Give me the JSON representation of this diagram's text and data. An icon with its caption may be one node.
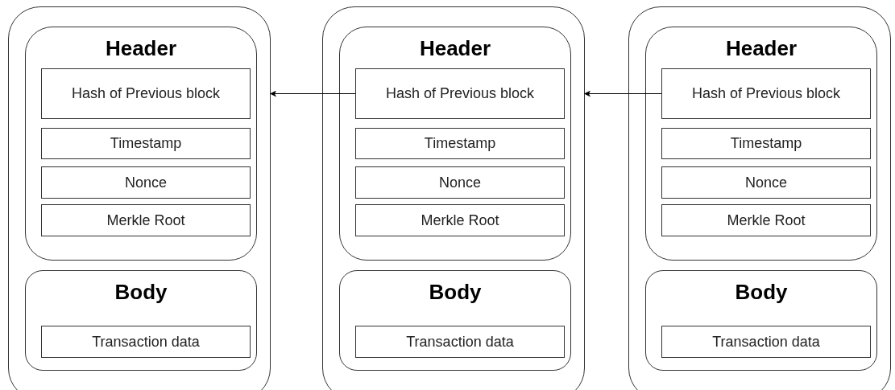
{
  "diagram": {
    "nodes": [
      {
        "text": [],
        "shape": "box"
      },
      {
        "text": [
          "Header"
        ],
        "in": 0
      },
      {
        "text": [
          "Hash of Previous block"
        ],
        "in": 1
      },
      {
        "text": [
          "Timestamp"
        ],
        "in": 1
      },
      {
        "text": [
          "Nonce"
        ],
        "in": 1
      },
      {
        "text": [
          "Merkle Root"
        ],
        "in": 1
      },
      {
        "text": [
          "Body"
        ],
        "in": 0
      },
      {
        "text": [
          "Transaction data"
        ],
        "in": 6
      },
      {
        "text": [],
        "shape": "box"
      },
      {
        "text": [
          "Header"
        ],
        "in": 8
      },
      {
        "text": [
          "Hash of Previous block"
        ],
        "in": 9
      },
      {
        "text": [
          "Timestamp"
        ],
        "in": 9
      },
      {
        "text": [
          "Nonce"
        ],
        "in": 9
      },
      {
        "text": [
          "Merkle Root"
        ],
        "in": 9
      },
      {
        "text": [
          "Body"
        ],
        "in": 8
      },
      {
        "text": [
          "Transaction data"
        ],
        "in": 14
      },
      {
        "text": [],
        "shape": "box"
      },
      {
        "text": [
          "Header"
        ],
        "in": 16
      },
      {
        "text": [
          "Hash of Previous block"
        ],
        "in": 17
      },
      {
        "text": [
          "Timestamp"
        ],
        "in": 17
      },
      {
        "text": [
          "Nonce"
        ],
        "in": 17
      },
      {
        "text": [
          "Merkle Root"
        ],
        "in": 17
      },
      {
        "text": [
          "Body"
        ],
        "in": 16
      },
      {
        "text": [
          "Transaction data"
        ],
        "in": 22
      }
    ],
    "edges": [
      {
        "from": 10,
        "to": 0,
        "arrow": "to"
      },
      {
        "from": 18,
        "to": 8,
        "arrow": "to"
      }
    ]
  }
}
